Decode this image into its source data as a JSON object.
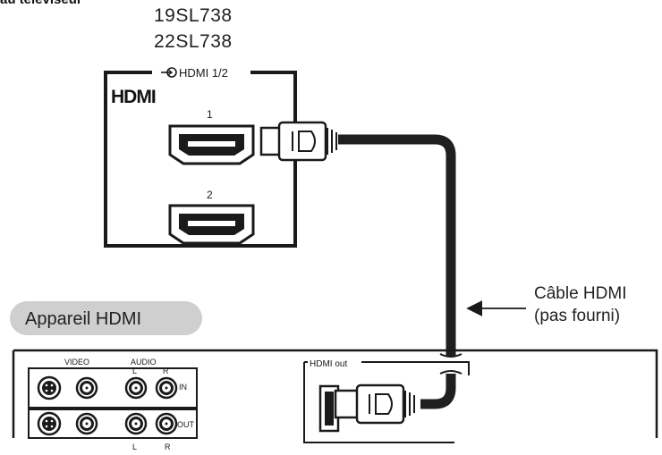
{
  "header": {
    "cut_text": "au téléviseur"
  },
  "tv": {
    "models": [
      "19SL738",
      "22SL738"
    ],
    "panel_label": "HDMI 1/2",
    "hdmi_logo": "HDMI",
    "port_labels": [
      "1",
      "2"
    ]
  },
  "cable": {
    "label_line1": "Câble HDMI",
    "label_line2": "(pas fourni)"
  },
  "device": {
    "title": "Appareil HDMI",
    "video_label": "VIDEO",
    "audio_label": "AUDIO",
    "l_label": "L",
    "r_label": "R",
    "in_label": "IN",
    "out_label": "OUT",
    "hdmi_out_label": "HDMI out"
  },
  "icons": [
    "input-arrow-icon",
    "hdmi-port-icon",
    "hdmi-plug-icon",
    "s-video-jack-icon",
    "rca-jack-icon",
    "arrow-left-icon"
  ],
  "colors": {
    "line": "#1a1a1a",
    "pill_fill": "#cfcfcf",
    "cable": "#1f1f1f"
  }
}
